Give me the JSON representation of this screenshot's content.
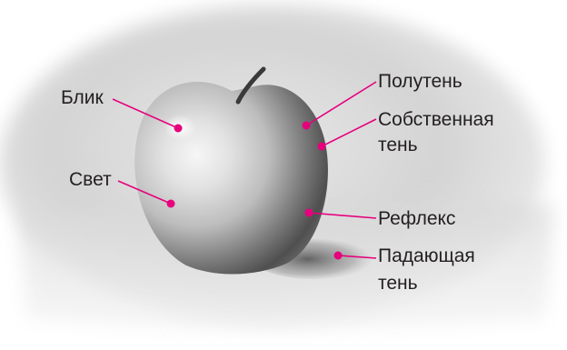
{
  "labels": {
    "highlight": "Блик",
    "light": "Свет",
    "halftone": "Полутень",
    "own_shadow_line1": "Собственная",
    "own_shadow_line2": "тень",
    "reflex": "Рефлекс",
    "cast_shadow_line1": "Падающая",
    "cast_shadow_line2": "тень"
  },
  "colors": {
    "pointer": "#e6007e",
    "text": "#231f20"
  }
}
